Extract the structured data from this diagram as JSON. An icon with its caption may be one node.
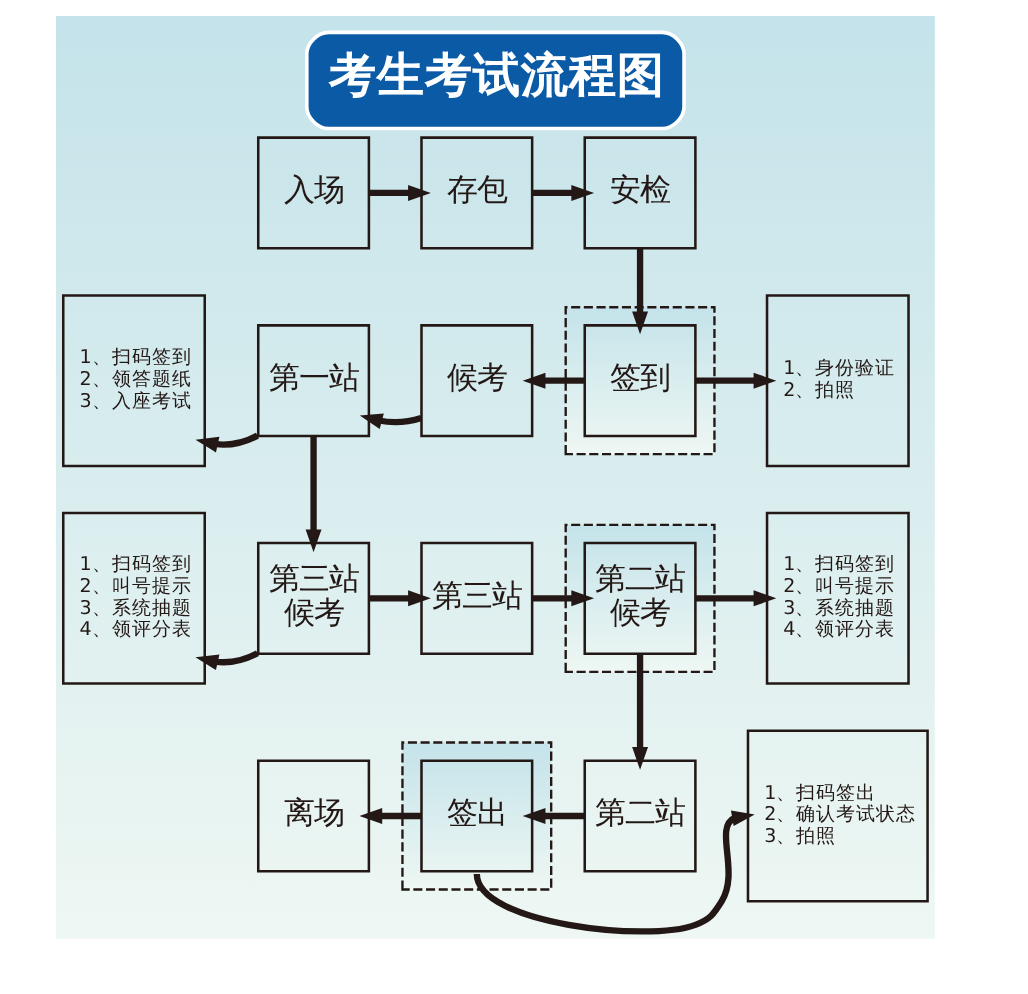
{
  "diagram": {
    "title": "考生考试流程图",
    "nodes": [
      {
        "text": [
          "入场"
        ]
      },
      {
        "text": [
          "存包"
        ]
      },
      {
        "text": [
          "安检"
        ]
      },
      {
        "text": [
          "1、扫码签到",
          "2、领答题纸",
          "3、入座考试"
        ]
      },
      {
        "text": [
          "第一站"
        ]
      },
      {
        "text": [
          "候考"
        ]
      },
      {
        "text": [],
        "shape": "box"
      },
      {
        "text": [
          "签到"
        ],
        "in": 6
      },
      {
        "text": [
          "1、身份验证",
          "2、拍照"
        ]
      },
      {
        "text": [
          "1、扫码签到",
          "2、叫号提示",
          "3、系统抽题",
          "4、领评分表"
        ]
      },
      {
        "text": [
          "第三站候考"
        ]
      },
      {
        "text": [
          "第三站"
        ]
      },
      {
        "text": [],
        "shape": "box"
      },
      {
        "text": [
          "第二站候考"
        ],
        "in": 12
      },
      {
        "text": [
          "1、扫码签到",
          "2、叫号提示",
          "3、系统抽题",
          "4、领评分表"
        ]
      },
      {
        "text": [
          "离场"
        ]
      },
      {
        "text": [],
        "shape": "box"
      },
      {
        "text": [
          "签出"
        ],
        "in": 16
      },
      {
        "text": [
          "第二站"
        ]
      },
      {
        "text": [
          "1、扫码签出",
          "2、确认考试状态",
          "3、拍照"
        ]
      }
    ],
    "edges": [
      {
        "from": 0,
        "to": 1,
        "arrow": "to"
      },
      {
        "from": 1,
        "to": 2,
        "arrow": "to"
      },
      {
        "from": 2,
        "to": 7,
        "arrow": "to"
      },
      {
        "from": 7,
        "to": 8,
        "arrow": "to"
      },
      {
        "from": 7,
        "to": 5,
        "arrow": "to"
      },
      {
        "from": 5,
        "to": 4,
        "arrow": "to"
      },
      {
        "from": 4,
        "to": 3,
        "arrow": "to"
      },
      {
        "from": 4,
        "to": 10,
        "arrow": "to"
      },
      {
        "from": 10,
        "to": 9,
        "arrow": "to"
      },
      {
        "from": 10,
        "to": 11,
        "arrow": "to"
      },
      {
        "from": 11,
        "to": 13,
        "arrow": "to"
      },
      {
        "from": 13,
        "to": 14,
        "arrow": "to"
      },
      {
        "from": 13,
        "to": 18,
        "arrow": "to"
      },
      {
        "from": 18,
        "to": 17,
        "arrow": "to"
      },
      {
        "from": 17,
        "to": 15,
        "arrow": "to"
      },
      {
        "from": 17,
        "to": 19,
        "arrow": "to"
      }
    ]
  }
}
